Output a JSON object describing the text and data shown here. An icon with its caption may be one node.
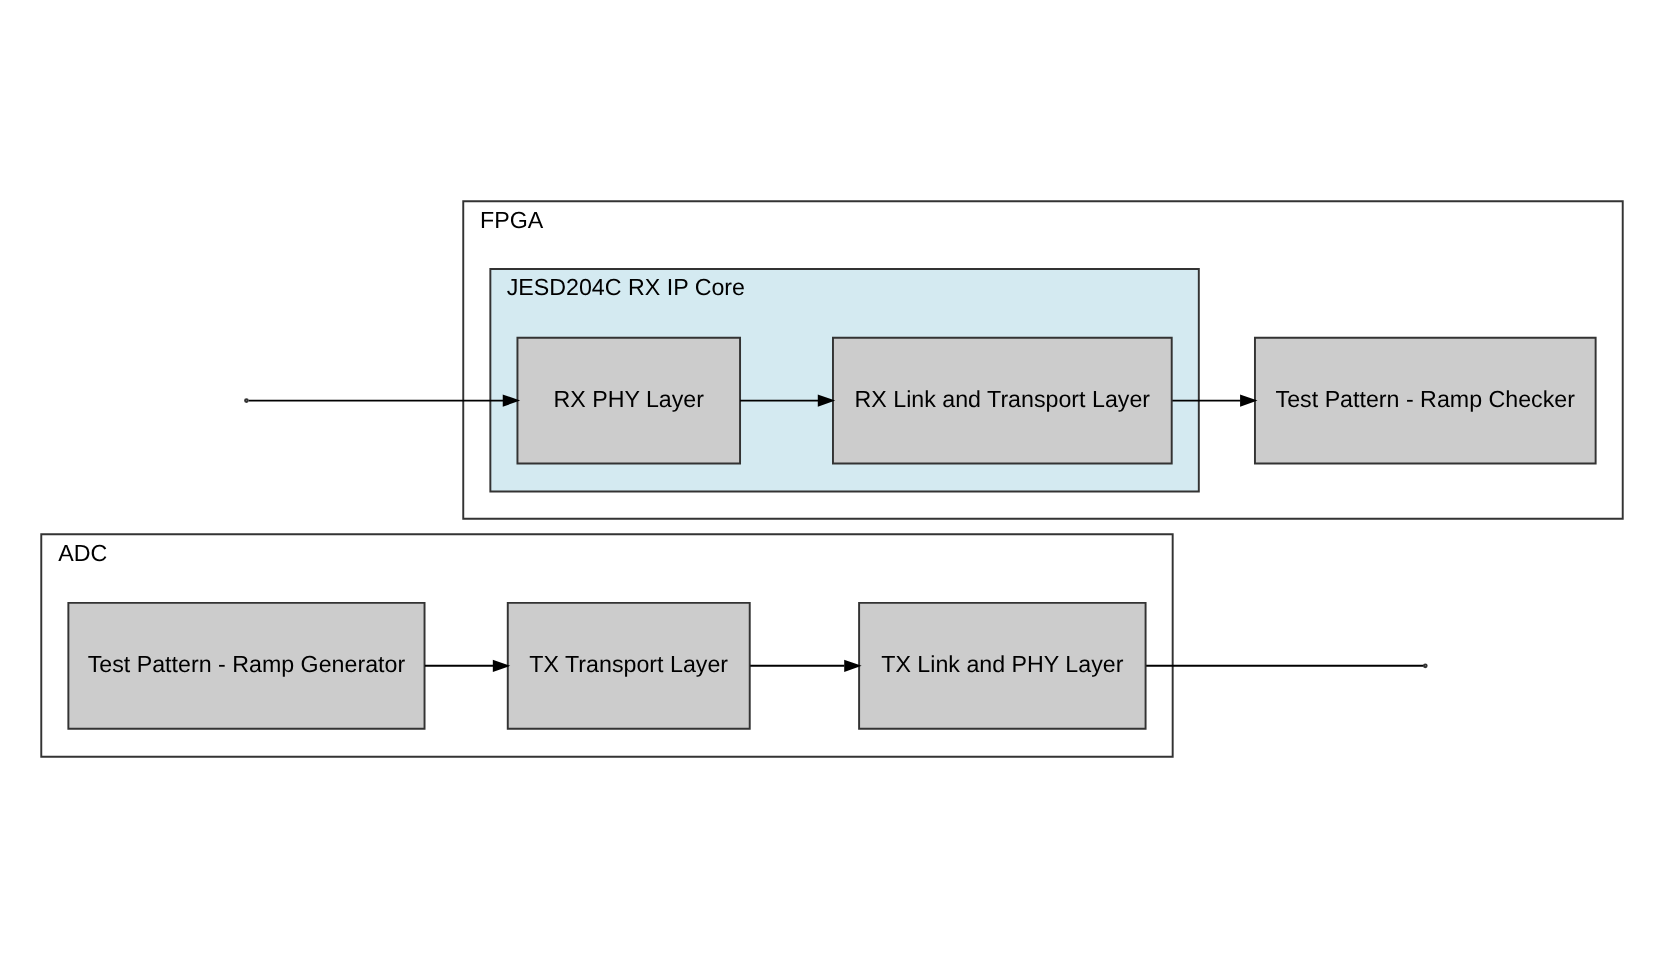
{
  "diagram": {
    "nodes": [
      {
        "text": [
          "ADC"
        ]
      },
      {
        "text": [
          "Test Pattern - Ramp Generator"
        ],
        "in": 0
      },
      {
        "text": [
          "TX Transport Layer"
        ],
        "in": 0
      },
      {
        "text": [
          "TX Link and PHY Layer"
        ],
        "in": 0
      },
      {
        "text": [
          "FPGA"
        ]
      },
      {
        "text": [
          "Test Pattern - Ramp Checker"
        ],
        "in": 4
      },
      {
        "text": [
          "JESD204C RX IP Core"
        ],
        "in": 4
      },
      {
        "text": [
          "RX Link and Transport Layer"
        ],
        "in": 6
      },
      {
        "text": [
          "RX PHY Layer"
        ],
        "in": 6
      }
    ],
    "edges": [
      {
        "from": 1,
        "to": 2,
        "arrow": "to"
      },
      {
        "from": 2,
        "to": 3,
        "arrow": "to"
      },
      {
        "from": 3,
        "to": null,
        "arrow": "none"
      },
      {
        "from": null,
        "to": 8,
        "arrow": "to"
      },
      {
        "from": 8,
        "to": 7,
        "arrow": "to"
      },
      {
        "from": 7,
        "to": 5,
        "arrow": "to"
      }
    ]
  }
}
